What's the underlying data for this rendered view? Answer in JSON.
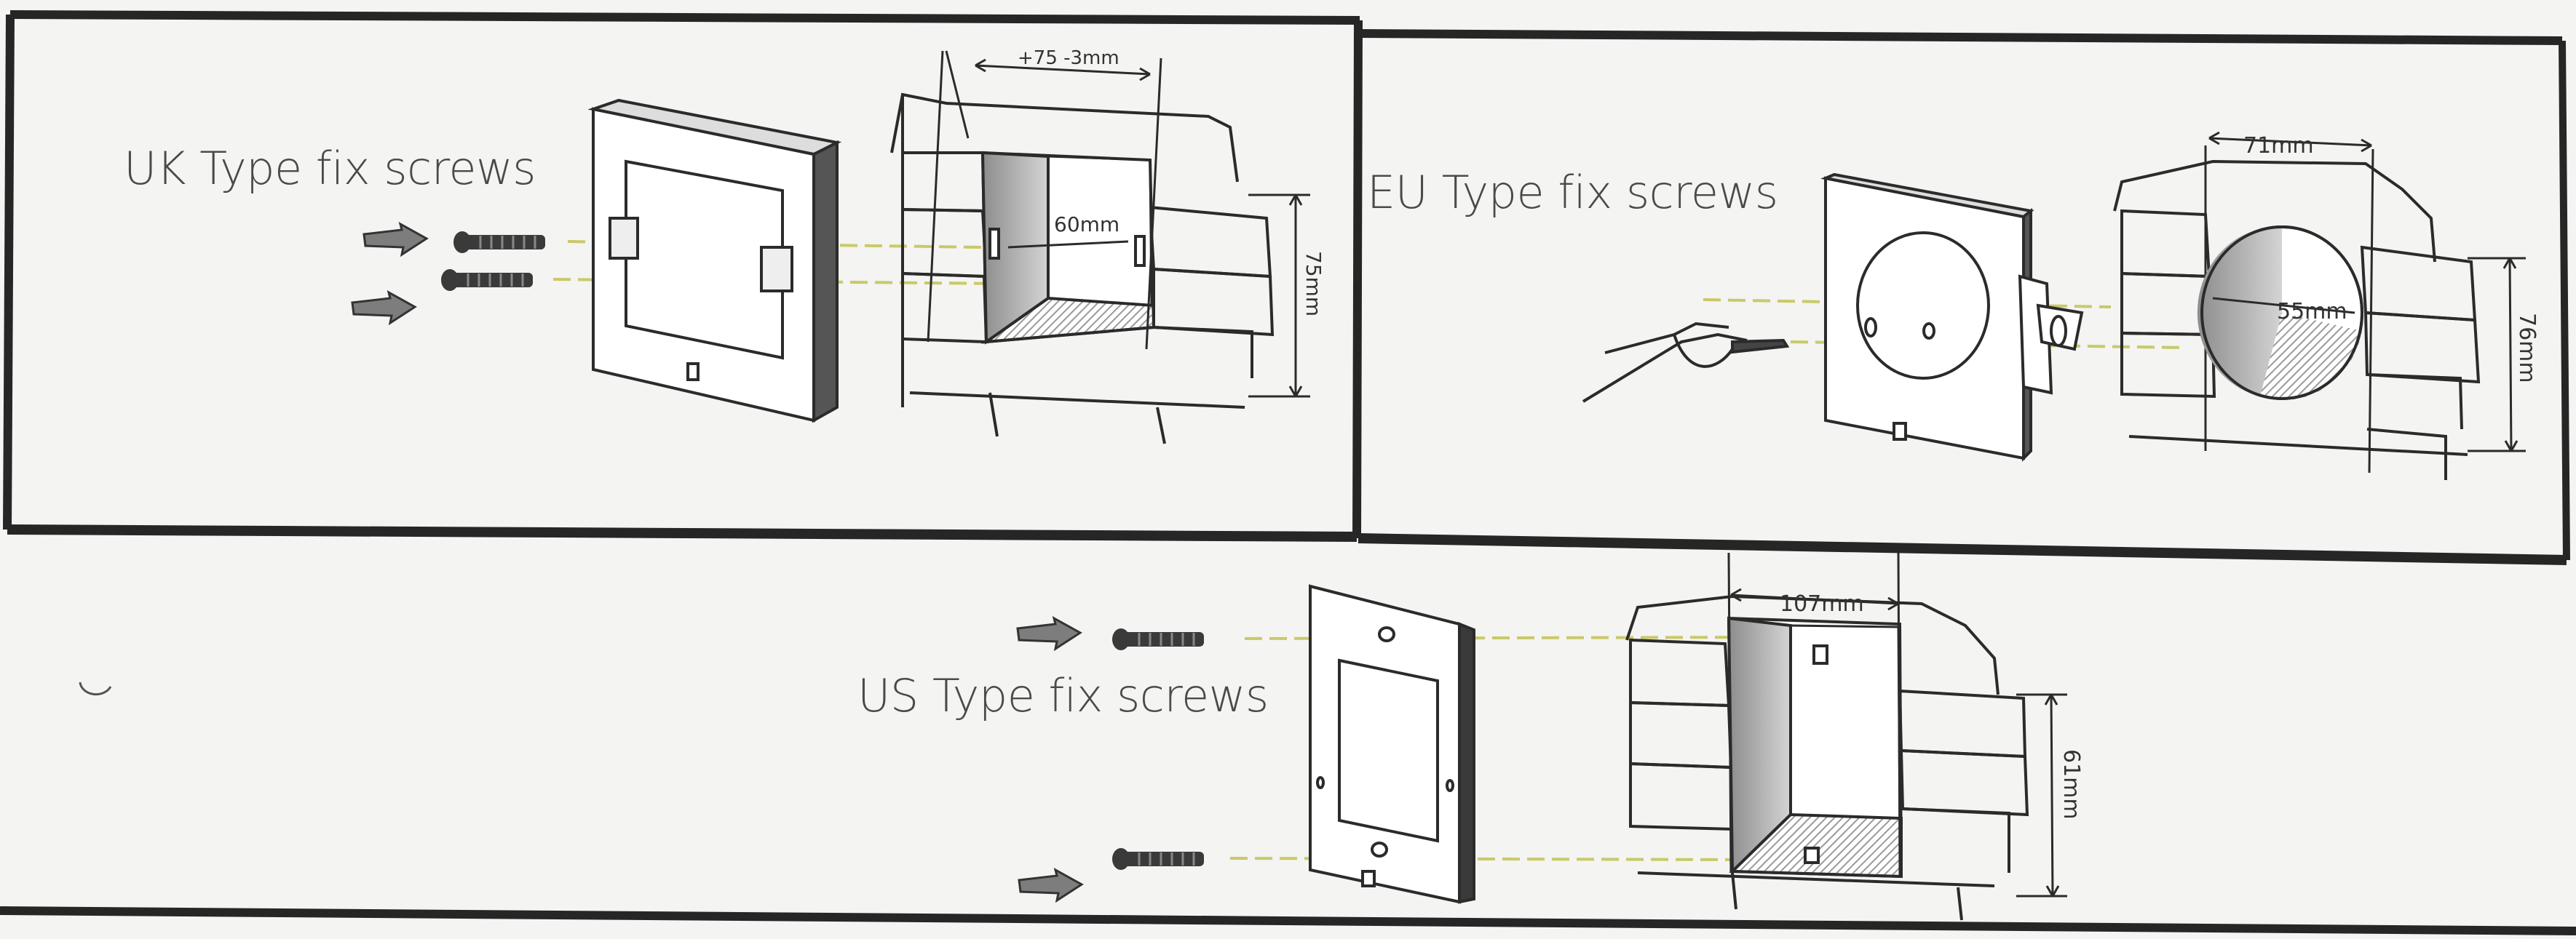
{
  "panels": {
    "uk": {
      "title": "UK Type fix screws",
      "dimensions": {
        "width_tolerance": "+75 -3mm",
        "inner_width": "60mm",
        "height": "75mm"
      }
    },
    "eu": {
      "title": "EU Type fix screws",
      "dimensions": {
        "width": "71mm",
        "diameter": "55mm",
        "height": "76mm"
      }
    },
    "us": {
      "title": "US Type fix screws",
      "dimensions": {
        "width": "107mm",
        "height": "61mm"
      }
    }
  },
  "colors": {
    "line": "#2b2b2b",
    "frame": "#262626",
    "shade": "#a8a8a8",
    "dash_accent": "#c9c96a"
  },
  "icons": [
    "arrow-icon",
    "screw-icon",
    "screwdriver-icon"
  ]
}
